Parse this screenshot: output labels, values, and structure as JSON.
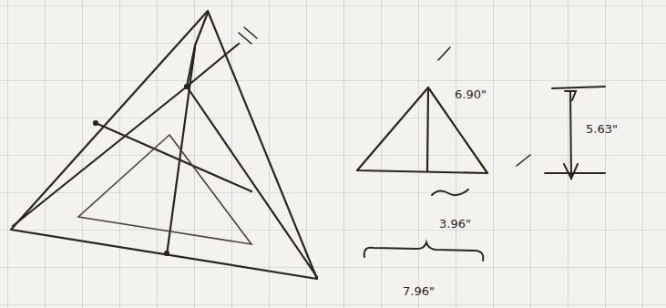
{
  "diagram": {
    "labels": [
      "6.90\"",
      "5.63\"",
      "3.96\"",
      "7.96\""
    ]
  }
}
